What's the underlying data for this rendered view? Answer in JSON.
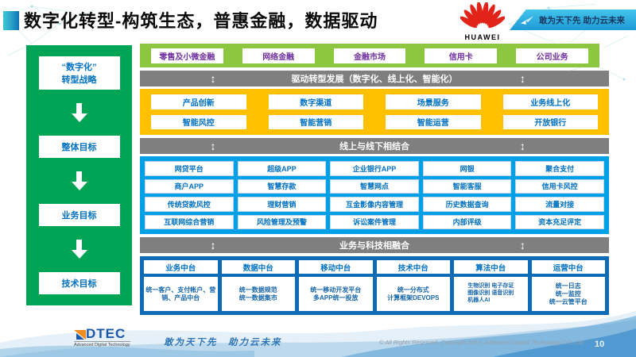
{
  "header": {
    "title": "数字化转型-构筑生态，普惠金融，数据驱动",
    "huawei_logo_text": "HUAWEI",
    "banner_slogan": "敢为天下先 助力云未来"
  },
  "sidebar": {
    "items": [
      "“数字化”\n转型战略",
      "整体目标",
      "业务目标",
      "技术目标"
    ]
  },
  "matrix": {
    "business_lines": [
      "零售及小微金融",
      "网络金融",
      "金融市场",
      "信用卡",
      "公司业务"
    ],
    "bar1": "驱动转型发展（数字化、线上化、智能化）",
    "yellow_rows": [
      [
        "产品创新",
        "数字渠道",
        "场景服务",
        "业务线上化"
      ],
      [
        "智能风控",
        "智能营销",
        "智能运营",
        "开放银行"
      ]
    ],
    "bar2": "线上与线下相结合",
    "blue_rows": [
      [
        "网贷平台",
        "超级APP",
        "企业银行APP",
        "网银",
        "聚合支付"
      ],
      [
        "商户APP",
        "智慧存款",
        "智慧网点",
        "智能客服",
        "信用卡风控"
      ],
      [
        "传统贷款风控",
        "理财营销",
        "互金影像内容管理",
        "历史数据查询",
        "流量对接"
      ],
      [
        "互联网综合营销",
        "风险管理及预警",
        "诉讼案件管理",
        "内部评级",
        "资本充足评定"
      ]
    ],
    "bar3": "业务与科技相融合",
    "platforms": [
      {
        "title": "业务中台",
        "body": "统一客户、支付帐户、营销、产品中台"
      },
      {
        "title": "数据中台",
        "body": "统一数据规范\n统一数据集市"
      },
      {
        "title": "移动中台",
        "body": "统一移动开发平台\n多APP统一投放"
      },
      {
        "title": "技术中台",
        "body": "统一分布式\n计算框架DEVOPS"
      },
      {
        "title": "算法中台",
        "body": "生物识别 电子存证\n图像识别 语音识别\n机器人AI"
      },
      {
        "title": "运营中台",
        "body": "统一日志\n统一监控\n统一云管平台"
      }
    ]
  },
  "footer": {
    "logo_text": "DTEC",
    "logo_subtext": "Advanced Digital Technology",
    "slogan": "敢为天下先　助力云未来",
    "copyright": "© All Rights Reserved. Copyright 2019. Advanced Digital Technology CO.,Ltd",
    "page_number": "10"
  },
  "colors": {
    "sidebar_green": "#00a455",
    "row_green": "#8dc63f",
    "yellow": "#ffc000",
    "azure": "#00a0e6",
    "platform_blue": "#0e6cb7",
    "gray_bar": "#7f7f7f",
    "text_blue": "#0070c0",
    "text_purple": "#7030a0",
    "banner_cyan": "#2bb3e4",
    "huawei_red": "#e2231a"
  }
}
